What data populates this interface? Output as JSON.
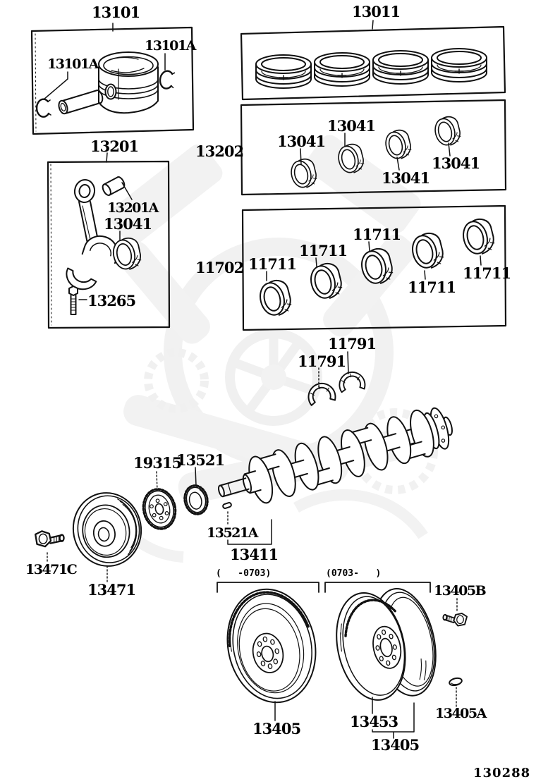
{
  "diagram_code": "130288",
  "labels": {
    "piston": "13101",
    "pin_snap_ring_left": "13101A",
    "pin_snap_ring_right": "13101A",
    "connecting_rod": "13201",
    "piston_ring_set": "13011",
    "rod_bearing_set": "13202",
    "rod_bearing_1": "13041",
    "rod_bearing_2": "13041",
    "rod_bearing_3": "13041",
    "rod_bearing_4": "13041",
    "rod_bushing": "13201A",
    "rod_bearing": "13041",
    "rod_bolt": "13265",
    "main_bearing_set": "11702",
    "main_bearing_1": "11711",
    "main_bearing_2": "11711",
    "main_bearing_3": "11711",
    "main_bearing_4": "11711",
    "main_bearing_5": "11711",
    "thrust_washer_upper": "11791",
    "thrust_washer_lower": "11791",
    "sensor_plate": "19315",
    "timing_gear": "13521",
    "crankshaft_key": "13521A",
    "crankshaft": "13411",
    "pulley_bolt": "13471C",
    "pulley": "13471",
    "range_early": "(   -0703)",
    "range_late": "(0703-   )",
    "flywheel_bolt": "13405B",
    "flywheel_early": "13405",
    "drive_plate": "13453",
    "flywheel_late": "13405",
    "flywheel_pin": "13405A"
  }
}
